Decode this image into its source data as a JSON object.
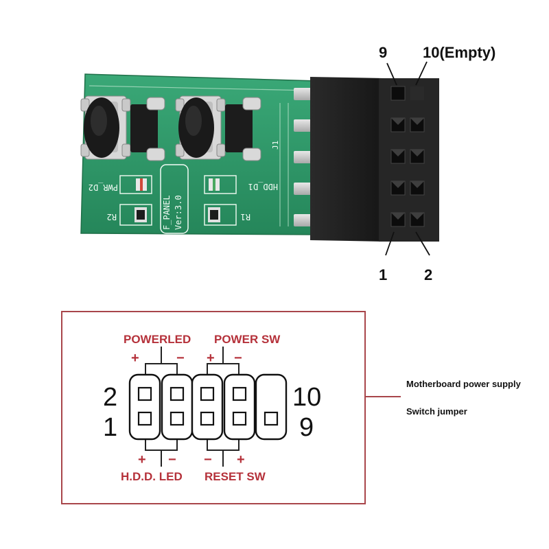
{
  "photo": {
    "pin_label_top_left": "9",
    "pin_label_top_right": "10(Empty)",
    "pin_label_bottom_left": "1",
    "pin_label_bottom_right": "2",
    "board": {
      "pwr_led_label": "PWR_D2",
      "hdd_led_label": "HDD_D1",
      "resistor_left_label": "R2",
      "resistor_right_label": "R1",
      "version_line1": "F_PANEL",
      "version_line2": "Ver:3.0",
      "header_label": "J1"
    }
  },
  "diagram": {
    "top_left_group": "POWERLED",
    "top_right_group": "POWER SW",
    "bottom_left_group": "H.D.D. LED",
    "bottom_right_group": "RESET SW",
    "plus": "+",
    "minus": "−",
    "row_top_left_num": "2",
    "row_bottom_left_num": "1",
    "row_top_right_num": "10",
    "row_bottom_right_num": "9"
  },
  "caption": {
    "line1": "Motherboard power supply",
    "line2": "Switch jumper"
  },
  "colors": {
    "accent_red": "#b5313a",
    "frame_red": "#a8454a",
    "pcb_green": "#2f9a68",
    "header_black": "#1e1e1e"
  }
}
